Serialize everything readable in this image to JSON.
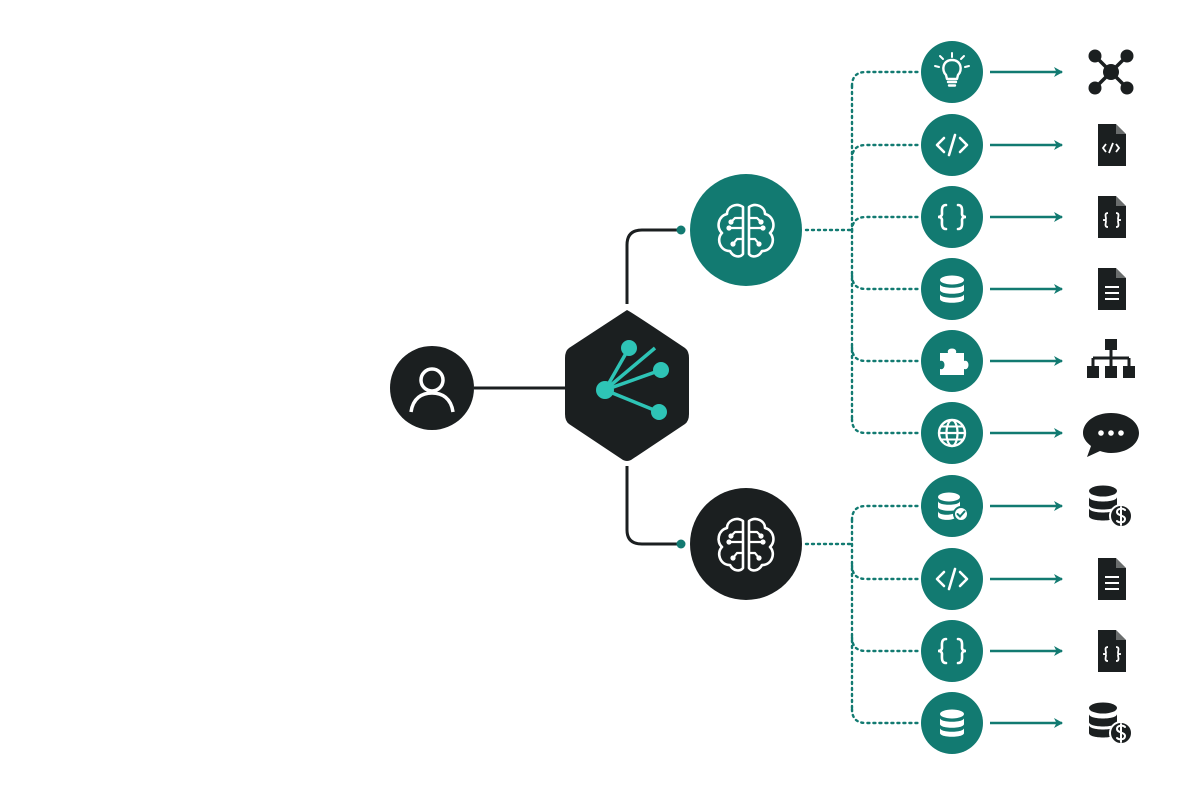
{
  "colors": {
    "teal": "#127a71",
    "dark": "#1b1f20",
    "connector": "#1b1f20",
    "dotted": "#127a71",
    "accent": "#2ec4b6",
    "icon_light": "#ffffff"
  },
  "diagram": {
    "user": {
      "icon": "user-icon"
    },
    "router": {
      "icon": "share-network-icon"
    },
    "agents": [
      {
        "id": "agent-top",
        "icon": "brain-circuit-icon",
        "fill": "teal",
        "tools": [
          {
            "icon": "lightbulb-icon",
            "output_icon": "network-graph-icon"
          },
          {
            "icon": "code-icon",
            "output_icon": "code-file-icon"
          },
          {
            "icon": "braces-icon",
            "output_icon": "json-file-icon"
          },
          {
            "icon": "database-icon",
            "output_icon": "text-document-icon"
          },
          {
            "icon": "puzzle-icon",
            "output_icon": "hierarchy-icon"
          },
          {
            "icon": "globe-icon",
            "output_icon": "chat-bubble-icon"
          }
        ]
      },
      {
        "id": "agent-bottom",
        "icon": "brain-circuit-icon",
        "fill": "dark",
        "tools": [
          {
            "icon": "database-check-icon",
            "output_icon": "database-dollar-icon"
          },
          {
            "icon": "code-icon",
            "output_icon": "text-document-icon"
          },
          {
            "icon": "braces-icon",
            "output_icon": "json-file-icon"
          },
          {
            "icon": "database-icon",
            "output_icon": "database-dollar-icon"
          }
        ]
      }
    ]
  }
}
